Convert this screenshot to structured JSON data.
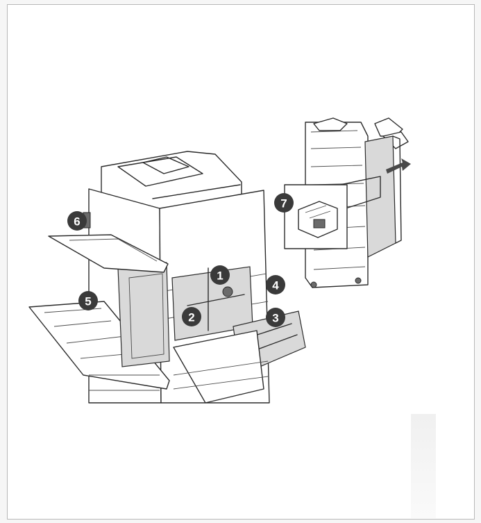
{
  "diagram": {
    "callouts": [
      {
        "id": "callout-1",
        "label": "1"
      },
      {
        "id": "callout-2",
        "label": "2"
      },
      {
        "id": "callout-3",
        "label": "3"
      },
      {
        "id": "callout-4",
        "label": "4"
      },
      {
        "id": "callout-5",
        "label": "5"
      },
      {
        "id": "callout-6",
        "label": "6"
      },
      {
        "id": "callout-7",
        "label": "7"
      }
    ],
    "colors": {
      "callout_fill": "#3a3a3a",
      "line_art": "#2a2a2a",
      "door_grey": "#d9d9d9",
      "background": "#ffffff"
    }
  }
}
